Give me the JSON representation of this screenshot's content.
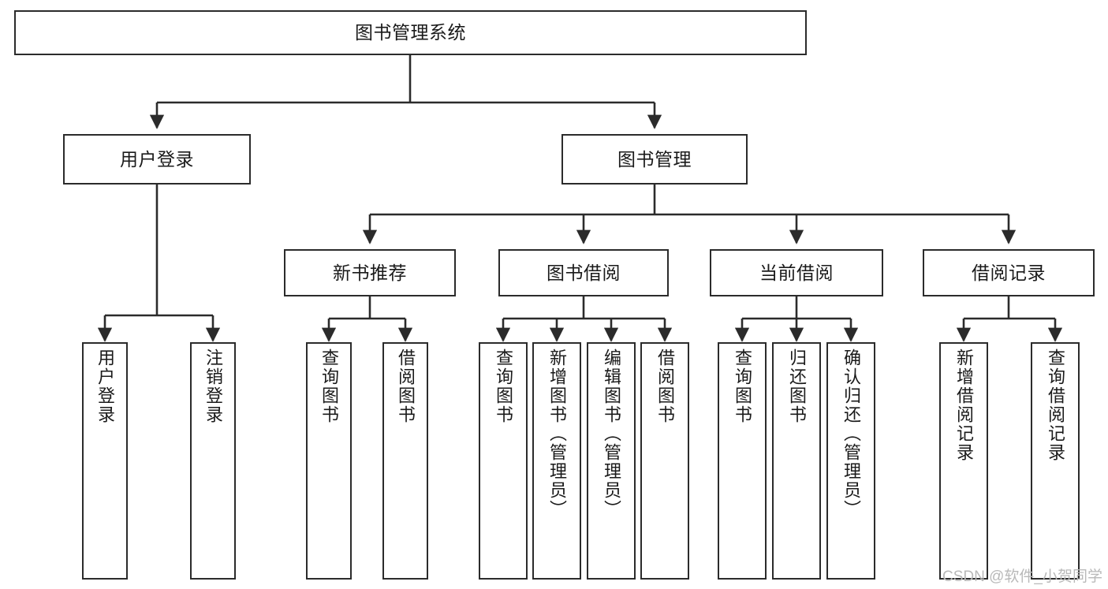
{
  "diagram": {
    "title": "图书管理系统",
    "type": "tree-structure-chart",
    "stroke_color": "#2b2b2b",
    "fill_color": "#ffffff",
    "text_color": "#1a1a1a"
  },
  "root": {
    "label": "图书管理系统"
  },
  "level2": [
    {
      "label": "用户登录"
    },
    {
      "label": "图书管理"
    }
  ],
  "level3": [
    {
      "label": "新书推荐"
    },
    {
      "label": "图书借阅"
    },
    {
      "label": "当前借阅"
    },
    {
      "label": "借阅记录"
    }
  ],
  "leaves": {
    "user_login": [
      {
        "label": "用户登录"
      },
      {
        "label": "注销登录"
      }
    ],
    "new_book_recommend": [
      {
        "label": "查询图书"
      },
      {
        "label": "借阅图书"
      }
    ],
    "book_borrow": [
      {
        "label": "查询图书"
      },
      {
        "label": "新增图书（管理员）"
      },
      {
        "label": "编辑图书（管理员）"
      },
      {
        "label": "借阅图书"
      }
    ],
    "current_borrow": [
      {
        "label": "查询图书"
      },
      {
        "label": "归还图书"
      },
      {
        "label": "确认归还（管理员）"
      }
    ],
    "borrow_record": [
      {
        "label": "新增借阅记录"
      },
      {
        "label": "查询借阅记录"
      }
    ]
  },
  "watermark": {
    "text": "CSDN @软件_小贺同学",
    "color": "#b9b9b9"
  }
}
